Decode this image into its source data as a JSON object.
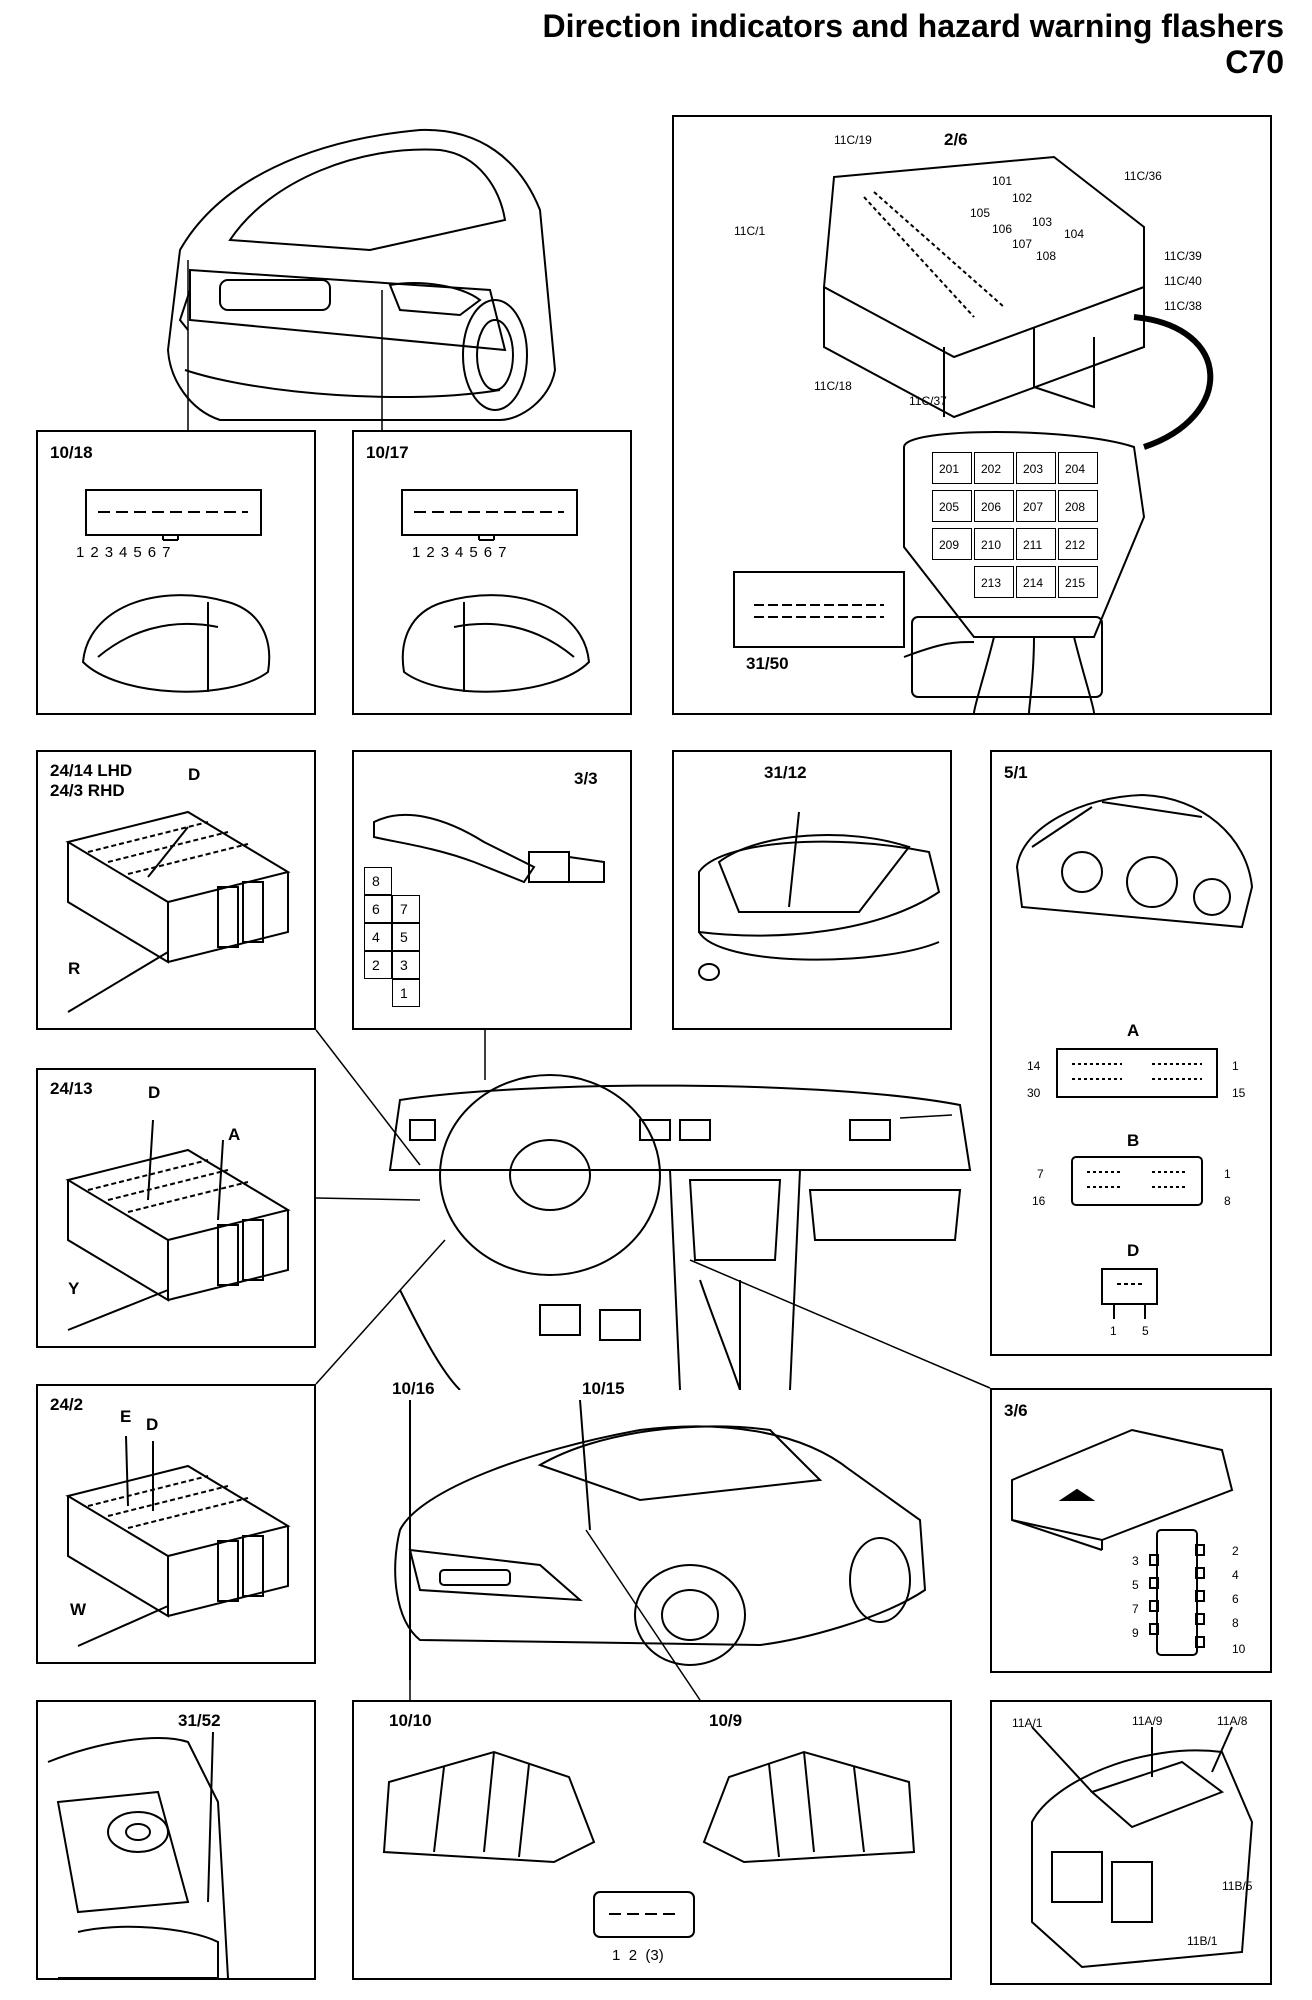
{
  "title": {
    "line1": "Direction indicators and hazard warning flashers",
    "line2": "C70"
  },
  "panels": {
    "p1018": {
      "label": "10/18",
      "pins": [
        "1",
        "2",
        "3",
        "4",
        "5",
        "6",
        "7"
      ]
    },
    "p1017": {
      "label": "10/17",
      "pins": [
        "1",
        "2",
        "3",
        "4",
        "5",
        "6",
        "7"
      ]
    },
    "fusebox": {
      "callouts": [
        "11C/19",
        "2/6",
        "11C/36",
        "11C/1",
        "11C/39",
        "11C/40",
        "11C/38",
        "11C/18",
        "11C/37"
      ],
      "relays_top": [
        "101",
        "102",
        "105",
        "106",
        "103",
        "104",
        "107",
        "108"
      ],
      "relays_box": [
        "201",
        "202",
        "203",
        "204",
        "205",
        "206",
        "207",
        "208",
        "209",
        "210",
        "211",
        "212",
        "213",
        "214",
        "215"
      ],
      "connector": "31/50"
    },
    "p2414": {
      "label1": "24/14 LHD",
      "label2": "24/3 RHD",
      "d": "D",
      "r": "R"
    },
    "p33": {
      "label": "3/3",
      "grid": [
        "8",
        "6",
        "7",
        "4",
        "5",
        "2",
        "3",
        "1"
      ]
    },
    "p3112": {
      "label": "31/12"
    },
    "p51": {
      "label": "5/1",
      "a": "A",
      "a_pins": [
        "14",
        "1",
        "30",
        "15"
      ],
      "b": "B",
      "b_pins": [
        "7",
        "1",
        "16",
        "8"
      ],
      "d": "D",
      "d_pins": [
        "1",
        "5"
      ]
    },
    "p2413": {
      "label": "24/13",
      "d": "D",
      "a": "A",
      "y": "Y"
    },
    "p242": {
      "label": "24/2",
      "e": "E",
      "d": "D",
      "w": "W"
    },
    "p36": {
      "label": "3/6",
      "left_pins": [
        "3",
        "5",
        "7",
        "9"
      ],
      "right_pins": [
        "2",
        "4",
        "6",
        "8",
        "10"
      ]
    },
    "p3152": {
      "label": "31/52"
    },
    "p1010": {
      "label": "10/10"
    },
    "p109": {
      "label": "10/9",
      "pins": [
        "1",
        "2",
        "(3)"
      ]
    },
    "p11a": {
      "callouts": [
        "11A/1",
        "11A/9",
        "11A/8",
        "11B/5",
        "11B/1"
      ]
    }
  },
  "free_labels": {
    "l1016": "10/16",
    "l1015": "10/15"
  }
}
